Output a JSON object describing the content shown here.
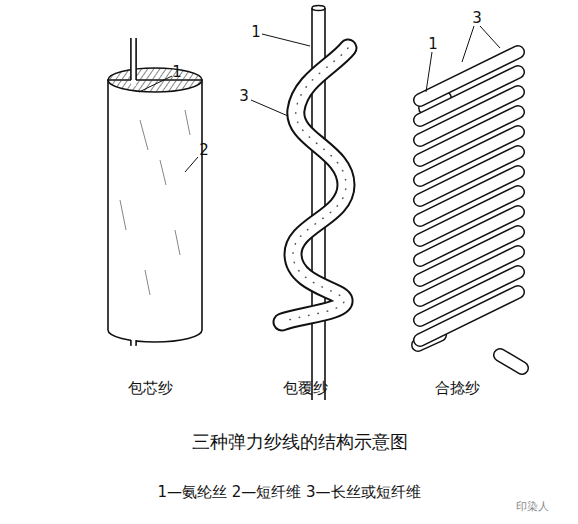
{
  "diagram": {
    "title": "三种弹力纱线的结构示意图",
    "caption": "1—氨纶丝 2—短纤维 3—长丝或短纤维",
    "labels": [
      "1",
      "2",
      "1",
      "3",
      "1",
      "3",
      "包芯纱",
      "包覆纱",
      "合捻纱",
      "印染人"
    ]
  }
}
